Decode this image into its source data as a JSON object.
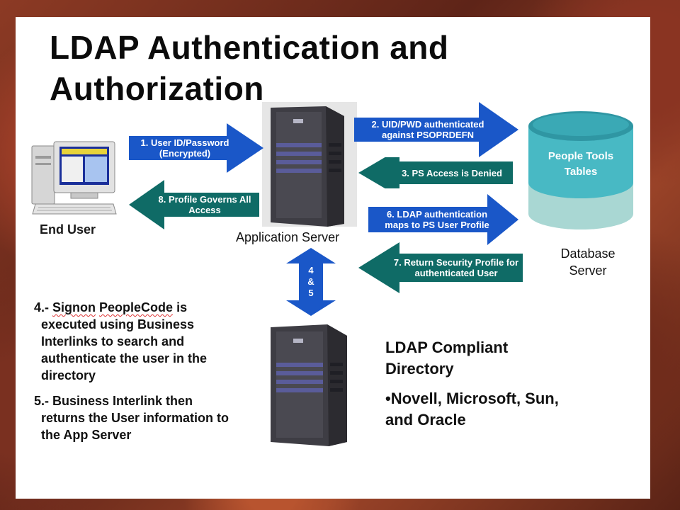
{
  "slide": {
    "title_line1": "LDAP Authentication and",
    "title_line2": "Authorization"
  },
  "nodes": {
    "end_user": "End User",
    "app_server": "Application Server",
    "db_label_line1": "Database",
    "db_label_line2": "Server",
    "db_cylinder_line1": "People Tools",
    "db_cylinder_line2": "Tables",
    "ldap_line1": "LDAP Compliant",
    "ldap_line2": "Directory",
    "vendors_line1": "•Novell, Microsoft, Sun,",
    "vendors_line2": "and Oracle"
  },
  "arrows": {
    "a1": "1. User ID/Password\n(Encrypted)",
    "a2": "2. UID/PWD authenticated\nagainst PSOPRDEFN",
    "a3": "3. PS Access is Denied",
    "a45_line1": "4",
    "a45_line2": "&",
    "a45_line3": "5",
    "a6": "6. LDAP authentication\nmaps to PS User Profile",
    "a7": "7. Return Security Profile for\nauthenticated User",
    "a8": "8. Profile Governs All\nAccess"
  },
  "notes": {
    "n4_prefix": "4.- ",
    "n4_signon": "Signon",
    "n4_space": " ",
    "n4_peoplecode": "PeopleCode",
    "n4_rest1": " is",
    "n4_line2": "executed using Business",
    "n4_line3": "Interlinks to search and",
    "n4_line4": "authenticate the user in the",
    "n4_line5": "directory",
    "n5_line1": "5.- Business Interlink then",
    "n5_line2": "returns the User information to",
    "n5_line3": "the App Server"
  },
  "colors": {
    "blue_arrow": "#1a57c8",
    "teal_arrow": "#0f6b66",
    "db_top": "#48b9c4",
    "db_bottom": "#a9d7d3"
  }
}
